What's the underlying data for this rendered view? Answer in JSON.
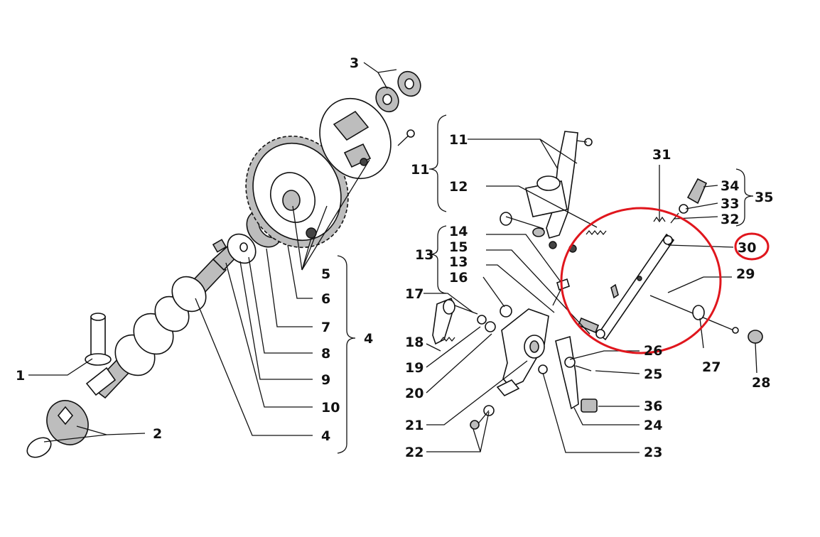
{
  "diagram": {
    "labels": {
      "l1": "1",
      "l2": "2",
      "l3": "3",
      "l4a": "4",
      "l4b": "4",
      "l5": "5",
      "l6": "6",
      "l7": "7",
      "l8": "8",
      "l9": "9",
      "l10": "10",
      "l11a": "11",
      "l11b": "11",
      "l12": "12",
      "l13a": "13",
      "l13b": "13",
      "l14": "14",
      "l15": "15",
      "l16": "16",
      "l17": "17",
      "l18": "18",
      "l19": "19",
      "l20": "20",
      "l21": "21",
      "l22": "22",
      "l23": "23",
      "l24": "24",
      "l25": "25",
      "l26": "26",
      "l27": "27",
      "l28": "28",
      "l29": "29",
      "l30": "30",
      "l31": "31",
      "l32": "32",
      "l33": "33",
      "l34": "34",
      "l35": "35",
      "l36": "36"
    },
    "highlight": {
      "color": "#e0161d",
      "callout": "30"
    }
  }
}
